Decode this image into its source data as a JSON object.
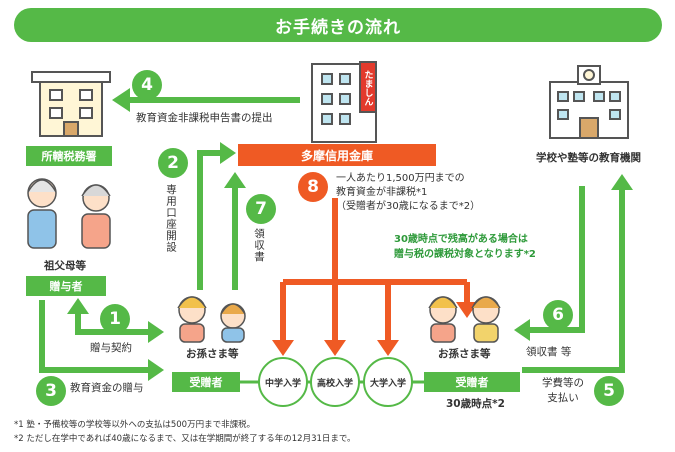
{
  "title": "お手続きの流れ",
  "nodes": {
    "tax_office": "所轄税務署",
    "bank": "多摩信用金庫",
    "bank_sign": "たましん",
    "school": "学校や塾等の教育機関",
    "grandparents": "祖父母等",
    "donor": "贈与者",
    "grandchild_left": "お孫さま等",
    "recipient_left": "受贈者",
    "grandchild_right": "お孫さま等",
    "recipient_right": "受贈者",
    "age30": "30歳時点*2"
  },
  "stages": [
    "中学入学",
    "高校入学",
    "大学入学"
  ],
  "steps": [
    {
      "num": "1",
      "label": "贈与契約"
    },
    {
      "num": "2",
      "label": "専用口座開設"
    },
    {
      "num": "3",
      "label": "教育資金の贈与"
    },
    {
      "num": "4",
      "label": "教育資金非課税申告書の提出"
    },
    {
      "num": "5",
      "label": "学費等の支払い"
    },
    {
      "num": "6",
      "label": "領収書 等"
    },
    {
      "num": "7",
      "label": "領収書"
    },
    {
      "num": "8",
      "label": ""
    }
  ],
  "bank_note": [
    "一人あたり1,500万円までの",
    "教育資金が非課税*1",
    "（受贈者が30歳になるまで*2）"
  ],
  "warning": [
    "30歳時点で残高がある場合は",
    "贈与税の課税対象となります*2"
  ],
  "footnotes": [
    "*1 塾・予備校等の学校等以外への支払は500万円まで非課税。",
    "*2 ただし在学中であれば40歳になるまで、又は在学期間が終了する年の12月31日まで。"
  ],
  "colors": {
    "green": "#55b947",
    "orange": "#ef5a24"
  }
}
